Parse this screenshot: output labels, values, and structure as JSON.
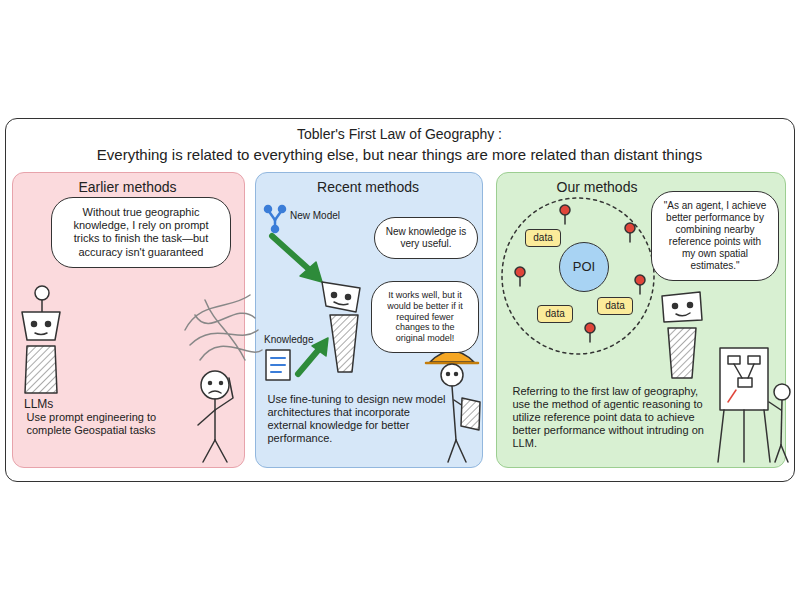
{
  "diagram": {
    "nodes": [
      {
        "text": [
          "Tobler's First Law of Geography :",
          "Everything is related to everything else, but near things are more related than distant things"
        ]
      },
      {
        "text": [
          "Earlier methods",
          "Use prompt engineering to complete Geospatial tasks"
        ],
        "in": 0
      },
      {
        "text": [
          "Without true geographic knowledge, I rely on prompt tricks to finish the task—but accuracy isn't guaranteed"
        ],
        "in": 1
      },
      {
        "text": [
          "Recent methods",
          "Use fine-tuning to design new model architectures that incorporate external knowledge for better performance."
        ],
        "in": 0
      },
      {
        "text": [
          "New knowledge is very useful."
        ],
        "in": 3
      },
      {
        "text": [
          "It works well, but it would be better if it required fewer changes to the original model!"
        ],
        "in": 3
      },
      {
        "text": [
          "Our methods",
          "Referring to the first law of geography, use the method of agentic reasoning to utilize reference point data to achieve better performance without intruding on LLM."
        ],
        "in": 0
      },
      {
        "text": [
          "POI"
        ],
        "in": 6
      },
      {
        "text": [
          "data"
        ],
        "in": 6
      },
      {
        "text": [
          "data"
        ],
        "in": 6
      },
      {
        "text": [
          "data"
        ],
        "in": 6
      },
      {
        "text": [
          "\"As an agent, I achieve better performance by combining nearby reference points with my own spatial estimates.\""
        ],
        "in": 6
      }
    ],
    "labels": [
      "LLMs",
      "New Model",
      "Knowledge"
    ]
  }
}
